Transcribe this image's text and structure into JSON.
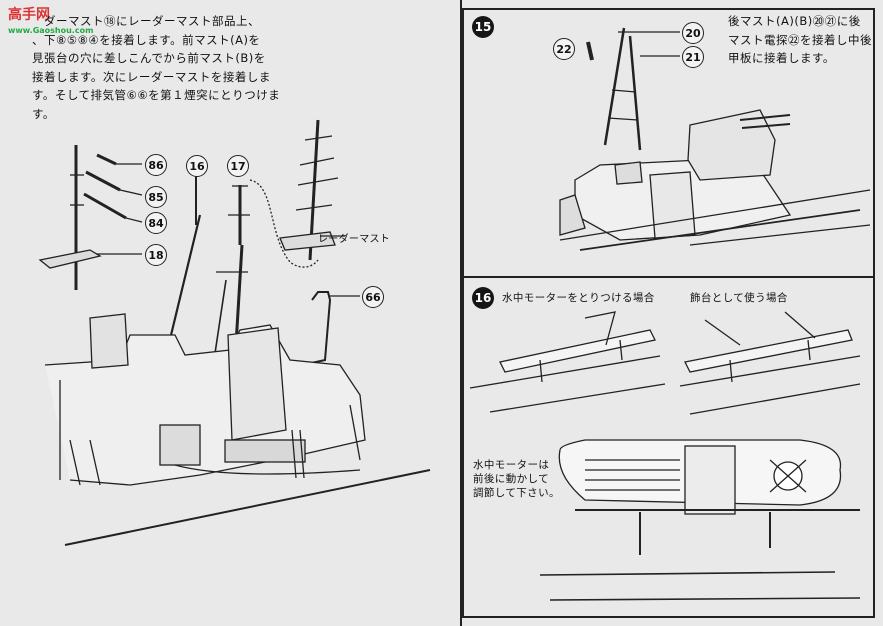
{
  "watermark": {
    "name": "高手网",
    "sub": "www.Gaoshou.com"
  },
  "step_left": {
    "instructions": [
      "ダーマスト⑱にレーダーマスト部品上、",
      "、下⑧⑤⑧④を接着します。前マスト(A)を",
      "見張台の穴に差しこんでから前マスト(B)を",
      "接着します。次にレーダーマストを接着しま",
      "す。そして排気管⑥⑥を第１煙突にとりつけま",
      "す。"
    ],
    "parts": [
      "86",
      "85",
      "84",
      "18",
      "16",
      "17",
      "66"
    ],
    "radar_mast_label": "レーダーマスト"
  },
  "step15": {
    "number": "15",
    "instructions": [
      "後マスト(A)(B)⑳㉑に後",
      "マスト電探㉒を接着し中後",
      "甲板に接着します。"
    ],
    "parts": [
      "22",
      "20",
      "21"
    ]
  },
  "step16": {
    "number": "16",
    "label_a": "水中モーターをとりつける場合",
    "label_b": "飾台として使う場合",
    "note": [
      "水中モーターは",
      "前後に動かして",
      "調節して下さい。"
    ]
  }
}
